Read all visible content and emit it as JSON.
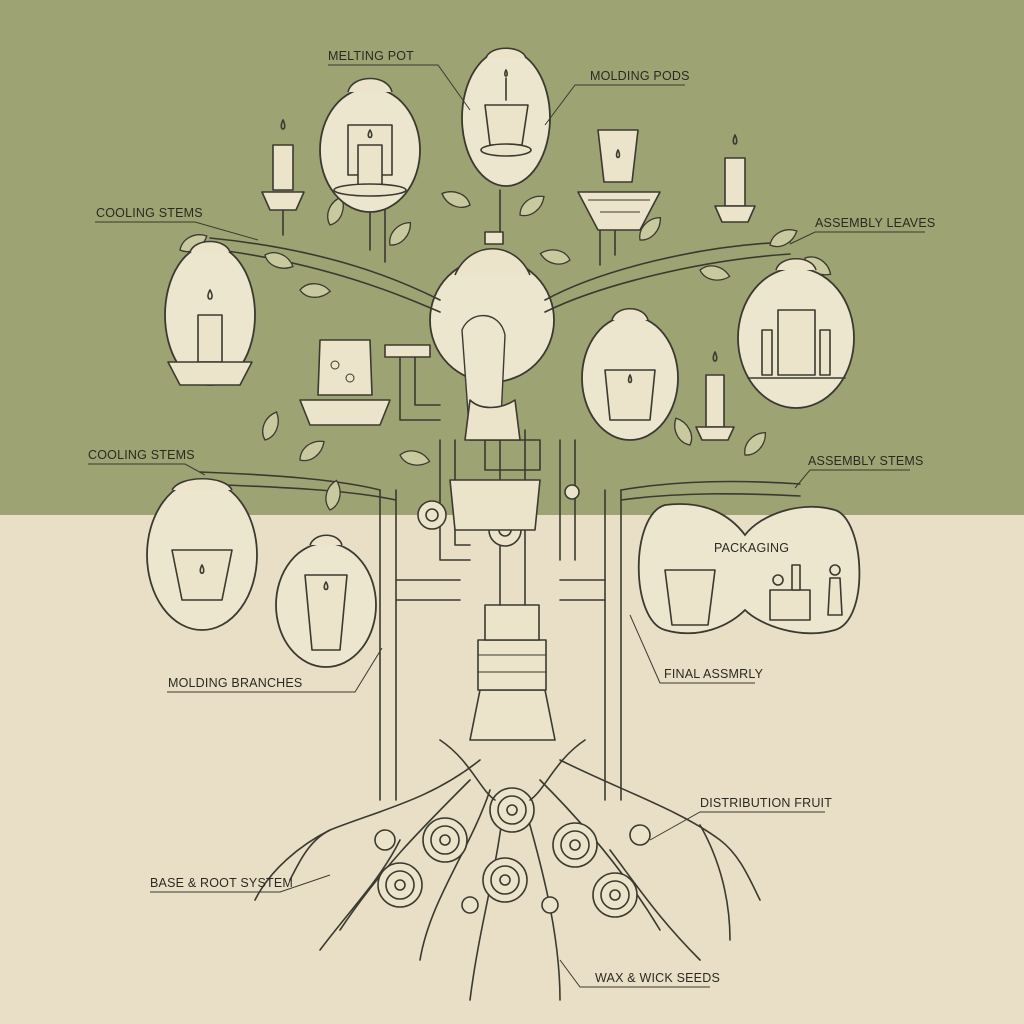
{
  "colors": {
    "top_background": "#9ea373",
    "bottom_background": "#e8dfc6",
    "ink": "#3b3a30",
    "pod_fill": "#ede6cf",
    "leaf_fill": "#c9c9a0"
  },
  "labels": {
    "melting_pot": "MELTING POT",
    "molding_pods": "MOLDING PODS",
    "cooling_stems_top": "COOLING STEMS",
    "assembly_leaves": "ASSEMBLY LEAVES",
    "cooling_stems_mid": "COOLING STEMS",
    "assembly_stems": "ASSEMBLY STEMS",
    "packaging": "PACKAGING",
    "molding_branches": "MOLDING BRANCHES",
    "final_assembly": "FINAL ASSMRLY",
    "distribution_fruit": "DISTRIBUTION FRUIT",
    "base_root_system": "BASE & ROOT SYSTEM",
    "wax_wick_seeds": "WAX & WICK SEEDS"
  }
}
